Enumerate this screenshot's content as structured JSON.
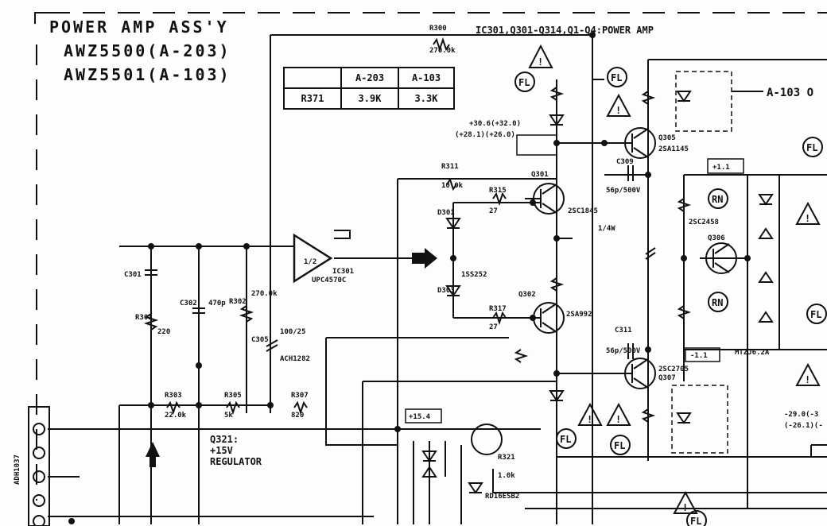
{
  "title": {
    "line1": "POWER AMP ASS'Y",
    "line2": "AWZ5500(A-203)",
    "line3": "AWZ5501(A-103)"
  },
  "header": {
    "section": "IC301,Q301-Q314,Q1-Q4:POWER AMP",
    "r_top": "R300",
    "r_top_value": "270.0k",
    "off_page": "A-103 O"
  },
  "table": {
    "columns": [
      "",
      "A-203",
      "A-103"
    ],
    "rows": [
      [
        "R371",
        "3.9K",
        "3.3K"
      ]
    ]
  },
  "transistors": {
    "q301": "Q301",
    "q301_type": "2SC1845",
    "q302": "Q302",
    "q302_type": "2SA992",
    "q305": "Q305",
    "q305_type": "2SA1145",
    "q307": "Q307",
    "q307_type": "2SC2705",
    "q306": "Q306",
    "q306_type": "2SC2458",
    "ic": "IC301",
    "ic_half": "1/2",
    "ic_type": "UPC4570C"
  },
  "regulator": {
    "name": "Q321:",
    "voltage": "+15V",
    "function": "REGULATOR"
  },
  "voltages": {
    "v_top": "+30.6(+32.0)",
    "v_top2": "(+28.1)(+26.0)",
    "v_plus1": "+1.1",
    "v_minus1": "-1.1",
    "v_plus15": "+15.4",
    "v_neg": "-29.0(-3",
    "v_neg2": "(-26.1)(-"
  },
  "components": {
    "r311": "R311",
    "r311_v": "10.0k",
    "r315": "R315",
    "r315_v": "27",
    "r317": "R317",
    "r317_v": "27",
    "r303": "R303",
    "r303_v": "22.0k",
    "r305": "R305",
    "r305_v": "5k",
    "r307": "R307",
    "r307_v": "820",
    "c311": "C311",
    "c311_v": "56p/500V",
    "c309": "C309",
    "c309_v": "56p/500V",
    "d303": "D303",
    "d303_v": "1SS252",
    "d301": "D301",
    "vr": "1/4W",
    "zener1": "MTZJ6.2A",
    "zener2": "RD16ESB2",
    "r321": "R321",
    "r321_v": "1.0k",
    "c301": "C301",
    "c302": "C302",
    "c302_v": "470p",
    "c305": "C305",
    "c305_v": "100/25",
    "c305_t": "ACH1282",
    "r302": "R302",
    "r302_v": "270.0k",
    "r301": "R301",
    "r301_v": "220",
    "conn": "ADH1037"
  },
  "marks": {
    "fl": "FL",
    "rn": "RN",
    "warn": "!"
  }
}
